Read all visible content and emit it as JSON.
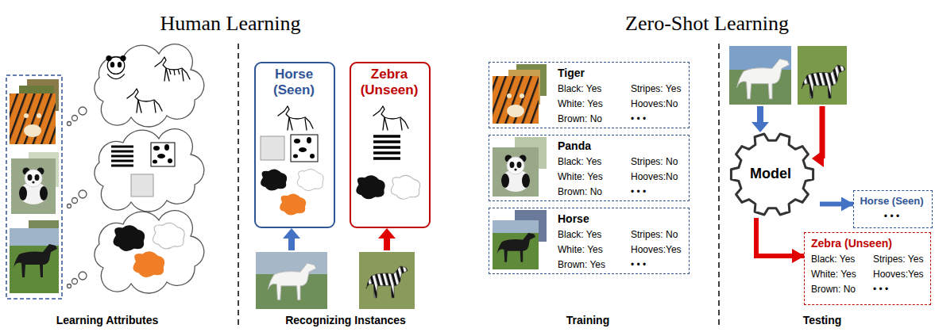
{
  "diagram": {
    "nodes": [
      {
        "text": [
          "Horse (Seen)"
        ]
      },
      {
        "text": [
          "Zebra (Unseen)"
        ]
      },
      {
        "text": [
          "Tiger",
          "Black: Yes",
          "Stripes: Yes",
          "White: Yes",
          "Hooves:No",
          "Brown: No",
          "• • •"
        ]
      },
      {
        "text": [
          "Panda",
          "Black: Yes",
          "Stripes: No",
          "White: Yes",
          "Hooves:No",
          "Brown: No",
          "• • •"
        ]
      },
      {
        "text": [
          "Horse",
          "Black: Yes",
          "Stripes: No",
          "White: Yes",
          "Hooves:Yes",
          "Brown: Yes",
          "• • •"
        ]
      },
      {
        "text": [
          "Model"
        ]
      },
      {
        "text": [
          "Horse (Seen)",
          "• • •"
        ]
      },
      {
        "text": [
          "Zebra (Unseen)",
          "Black: Yes",
          "Stripes: Yes",
          "White: Yes",
          "Hooves:Yes",
          "Brown: No",
          "• • •"
        ]
      }
    ],
    "edges": [
      {
        "from": 5,
        "to": 6,
        "arrow": "to"
      },
      {
        "from": 5,
        "to": 7,
        "arrow": "to"
      }
    ],
    "labels": [
      "Human Learning",
      "Zero-Shot Learning",
      "Learning Attributes",
      "Recognizing Instances",
      "Training",
      "Testing"
    ]
  }
}
